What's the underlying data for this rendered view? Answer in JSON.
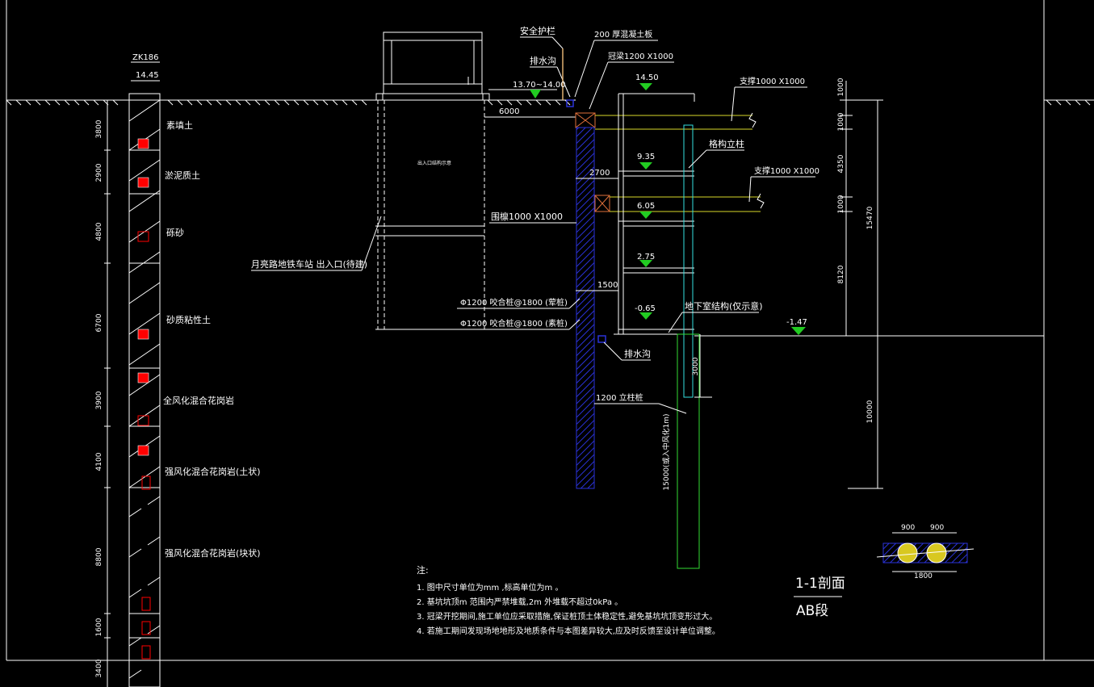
{
  "borehole": {
    "id": "ZK186",
    "elevation": "14.45",
    "layers": [
      {
        "thickness": "3800",
        "name": "素填土"
      },
      {
        "thickness": "2900",
        "name": "淤泥质土"
      },
      {
        "thickness": "4800",
        "name": "砾砂"
      },
      {
        "thickness": "6700",
        "name": "砂质粘性土"
      },
      {
        "thickness": "3900",
        "name": "全风化混合花岗岩"
      },
      {
        "thickness": "4100",
        "name": "强风化混合花岗岩(土状)"
      },
      {
        "thickness": "8800",
        "name": "强风化混合花岗岩(块状)"
      },
      {
        "thickness": "1600",
        "name": ""
      },
      {
        "thickness": "3400",
        "name": ""
      }
    ]
  },
  "labels": {
    "guardrail": "安全护栏",
    "slab": "200  厚混凝土板",
    "drain_top": "排水沟",
    "crown_beam": "冠梁1200  X1000",
    "ground_level": "13.70~14.00",
    "dist_6000": "6000",
    "strut1": "支撑1000  X1000",
    "strut2": "支撑1000  X1000",
    "lattice_column": "格构立柱",
    "waler": "围檩1000  X1000",
    "exit_structure": "月亮路地铁车站 出入口(待建)",
    "pile_concrete": "Φ1200  咬合桩@1800  (荤桩)",
    "pile_plain": "Φ1200  咬合桩@1800  (素桩)",
    "basement": "地下室结构(仅示意)",
    "drain_bottom": "排水沟",
    "column_pile": "1200  立柱桩",
    "pile_length": "15000(或入中风化1m)",
    "dim_2700": "2700",
    "dim_1500": "1500",
    "dim_3000": "3000",
    "inner_text": "出入口结构示意"
  },
  "elevations": [
    "14.50",
    "9.35",
    "6.05",
    "2.75",
    "-0.65",
    "-1.47"
  ],
  "right_dims": {
    "d1000a": "1000",
    "d1000b": "1000",
    "d4350": "4350",
    "d1000c": "1000",
    "d8120": "8120",
    "d15470": "15470",
    "d10000": "10000"
  },
  "pile_detail": {
    "a": "900",
    "b": "900",
    "total": "1800"
  },
  "notes": {
    "heading": "注:",
    "items": [
      "1. 图中尺寸单位为mm  ,标高单位为m 。",
      "2. 基坑坑顶m  范围内严禁堆载,2m  外堆载不超过0kPa  。",
      "3. 冠梁开挖期间,施工单位应采取措施,保证桩顶土体稳定性,避免基坑坑顶变形过大。",
      "4. 若施工期间发现场地地形及地质条件与本图差异较大,应及时反馈至设计单位调整。"
    ]
  },
  "title": {
    "main": "1-1剖面",
    "sub": "AB段"
  },
  "colors": {
    "background": "#000000",
    "line": "#ffffff",
    "pile": "#2a32d8",
    "marker": "#22cc22",
    "beam": "#e0703a",
    "column": "#33e0e0",
    "column_pile": "#33dd33",
    "strut": "#d8d82a",
    "sample": "#ff0000"
  }
}
